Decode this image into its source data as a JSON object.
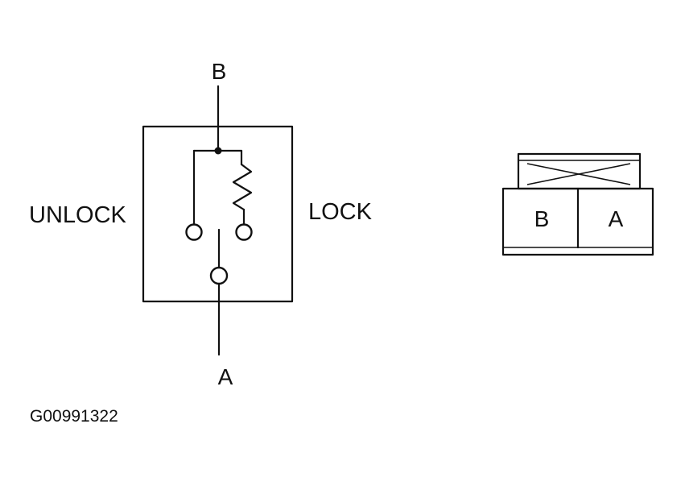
{
  "diagram": {
    "switch": {
      "terminal_top": "B",
      "terminal_bottom": "A",
      "label_left": "UNLOCK",
      "label_right": "LOCK"
    },
    "connector": {
      "cavity_left": "B",
      "cavity_right": "A"
    },
    "figure_id": "G00991322"
  }
}
